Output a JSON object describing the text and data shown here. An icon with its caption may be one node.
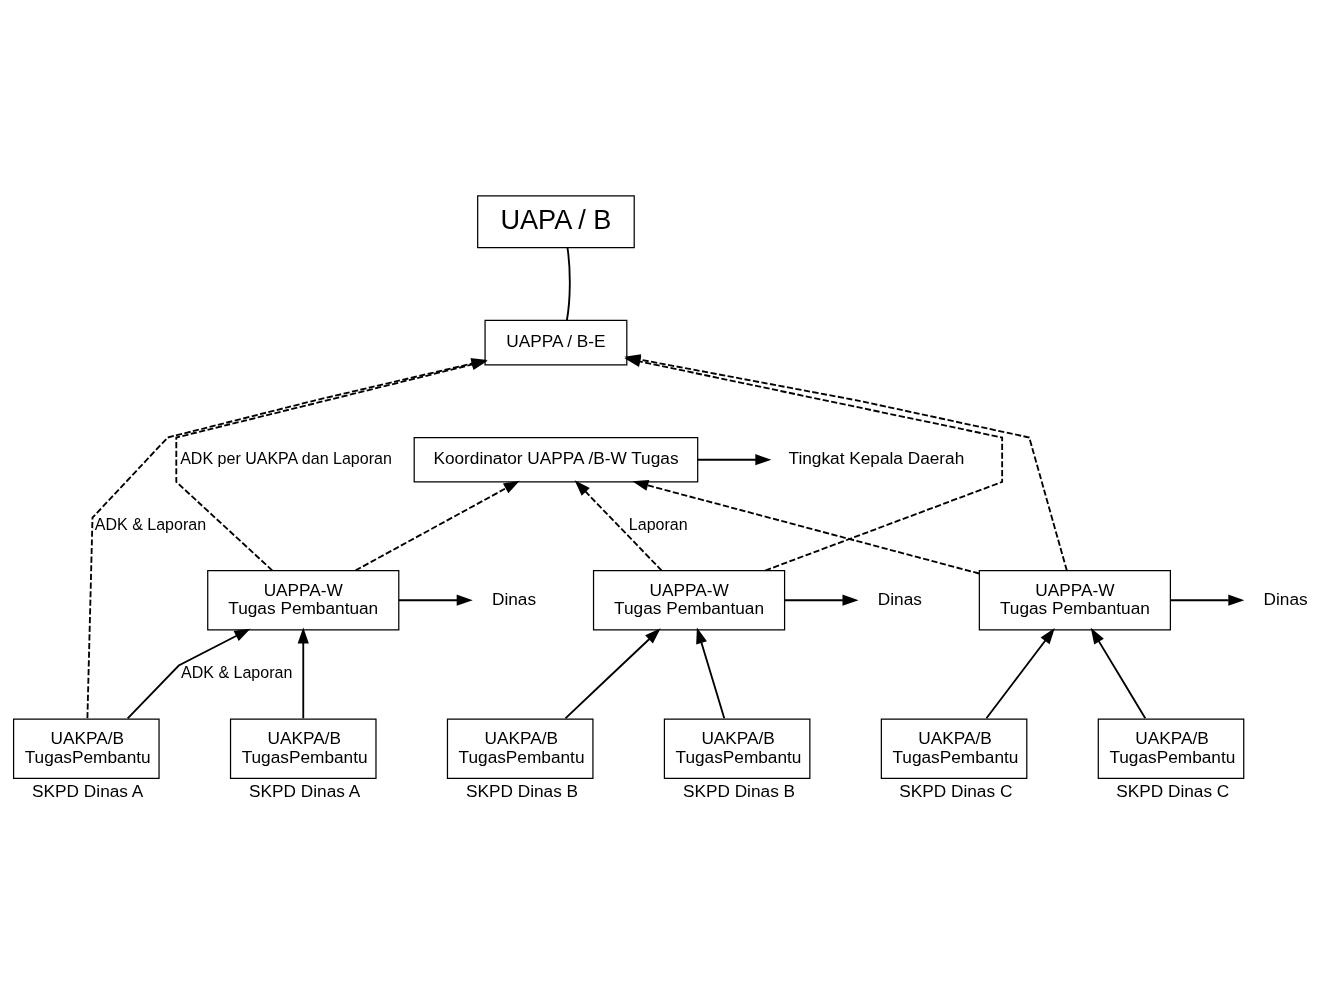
{
  "diagram": {
    "nodes": [
      {
        "text": [
          "UAPA / B"
        ]
      },
      {
        "text": [
          "UAPPA / B-E"
        ]
      },
      {
        "text": [
          "Koordinator UAPPA /B-W Tugas"
        ]
      },
      {
        "text": [
          "Tingkat Kepala Daerah"
        ]
      },
      {
        "text": [
          "UAPPA-W",
          "Tugas Pembantuan"
        ]
      },
      {
        "text": [
          "Dinas"
        ]
      },
      {
        "text": [
          "UAPPA-W",
          "Tugas Pembantuan"
        ]
      },
      {
        "text": [
          "Dinas"
        ]
      },
      {
        "text": [
          "UAPPA-W",
          "Tugas Pembantuan"
        ]
      },
      {
        "text": [
          "Dinas"
        ]
      },
      {
        "text": [
          "UAKPA/B",
          "TugasPembantu"
        ],
        "beside": [
          "SKPD Dinas A"
        ]
      },
      {
        "text": [
          "UAKPA/B",
          "TugasPembantu"
        ],
        "beside": [
          "SKPD Dinas A"
        ]
      },
      {
        "text": [
          "UAKPA/B",
          "TugasPembantu"
        ],
        "beside": [
          "SKPD Dinas B"
        ]
      },
      {
        "text": [
          "UAKPA/B",
          "TugasPembantu"
        ],
        "beside": [
          "SKPD Dinas B"
        ]
      },
      {
        "text": [
          "UAKPA/B",
          "TugasPembantu"
        ],
        "beside": [
          "SKPD Dinas C"
        ]
      },
      {
        "text": [
          "UAKPA/B",
          "TugasPembantu"
        ],
        "beside": [
          "SKPD Dinas C"
        ]
      }
    ],
    "edges": [
      {
        "from": 0,
        "to": 1,
        "arrow": "none"
      },
      {
        "from": 10,
        "to": 1,
        "arrow": "to",
        "label": "ADK & Laporan",
        "style": "dashed"
      },
      {
        "from": 4,
        "to": 1,
        "arrow": "to",
        "label": "ADK per UAKPA dan Laporan",
        "style": "dashed"
      },
      {
        "from": 6,
        "to": 1,
        "arrow": "to",
        "style": "dashed"
      },
      {
        "from": 8,
        "to": 1,
        "arrow": "to",
        "style": "dashed"
      },
      {
        "from": 4,
        "to": 2,
        "arrow": "to",
        "style": "dashed"
      },
      {
        "from": 6,
        "to": 2,
        "arrow": "to",
        "label": "Laporan",
        "style": "dashed"
      },
      {
        "from": 8,
        "to": 2,
        "arrow": "to",
        "style": "dashed"
      },
      {
        "from": 2,
        "to": 3,
        "arrow": "to"
      },
      {
        "from": 4,
        "to": 5,
        "arrow": "to"
      },
      {
        "from": 6,
        "to": 7,
        "arrow": "to"
      },
      {
        "from": 8,
        "to": 9,
        "arrow": "to"
      },
      {
        "from": 10,
        "to": 4,
        "arrow": "to",
        "label": "ADK & Laporan"
      },
      {
        "from": 11,
        "to": 4,
        "arrow": "to"
      },
      {
        "from": 12,
        "to": 6,
        "arrow": "to"
      },
      {
        "from": 13,
        "to": 6,
        "arrow": "to"
      },
      {
        "from": 14,
        "to": 8,
        "arrow": "to"
      },
      {
        "from": 15,
        "to": 8,
        "arrow": "to"
      }
    ]
  }
}
